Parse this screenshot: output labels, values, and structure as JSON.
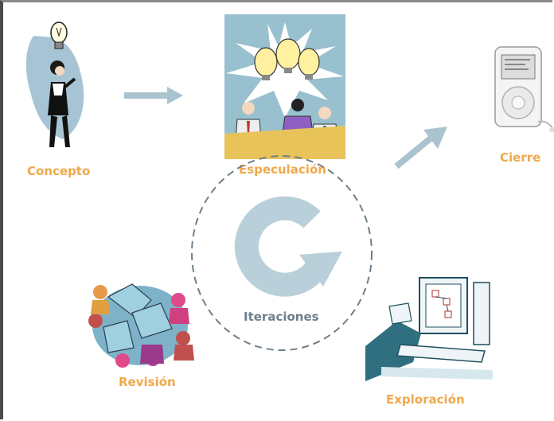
{
  "diagram": {
    "nodes": {
      "concepto": {
        "label": "Concepto"
      },
      "especulacion": {
        "label": "Especulación"
      },
      "cierre": {
        "label": "Cierre"
      },
      "exploracion": {
        "label": "Exploración"
      },
      "revision": {
        "label": "Revisión"
      }
    },
    "center": {
      "label": "Iteraciones"
    },
    "colors": {
      "label": "#f0a84a",
      "arrow": "#a9c3cf",
      "cycle": "#b9cfd9",
      "center_text": "#6f7f8a",
      "dashed_circle": "#6f7f8a"
    },
    "icons": {
      "concepto": "person-with-lightbulb-icon",
      "especulacion": "team-meeting-lightbulbs-icon",
      "cierre": "music-player-icon",
      "exploracion": "computer-workstation-icon",
      "revision": "group-discussion-icon",
      "center": "cycle-arrow-icon"
    }
  }
}
